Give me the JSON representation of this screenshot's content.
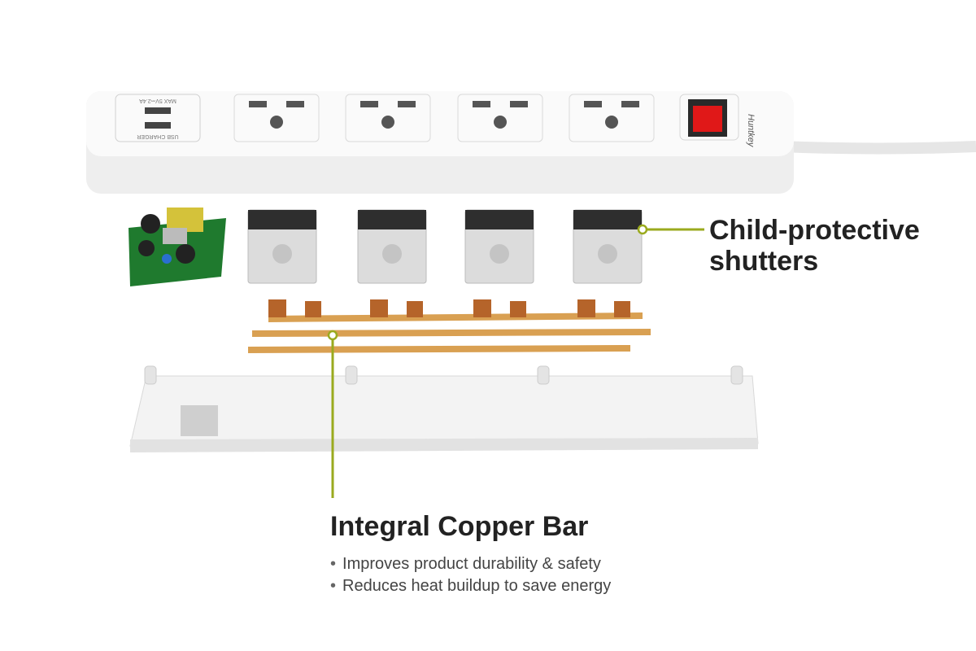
{
  "product_labels": {
    "usb_rating": "MAX 5V⎓2.4A",
    "usb_label": "USB CHARGER",
    "brand": "Huntkey"
  },
  "callouts": {
    "shutters": {
      "line1": "Child-protective",
      "line2": "shutters"
    },
    "copper_bar": {
      "title": "Integral Copper Bar",
      "bullets": [
        "Improves product durability & safety",
        "Reduces heat buildup to save energy"
      ]
    }
  },
  "colors": {
    "accent_line": "#9aaa1e",
    "copper": "#d9a052",
    "switch": "#e01818",
    "pcb": "#1f7a2e"
  }
}
